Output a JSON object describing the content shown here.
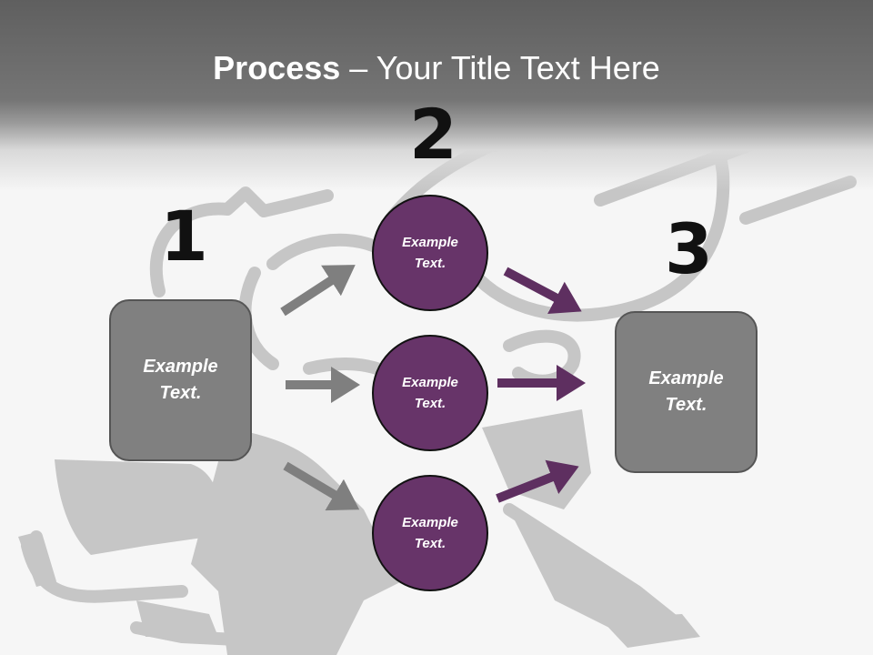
{
  "title": {
    "bold": "Process",
    "rest": " – Your Title Text Here"
  },
  "steps": [
    {
      "number": "1",
      "label": "Example\nText."
    },
    {
      "number": "2",
      "label": ""
    },
    {
      "number": "3",
      "label": "Example\nText."
    }
  ],
  "circles": [
    {
      "label": "Example\nText."
    },
    {
      "label": "Example\nText."
    },
    {
      "label": "Example\nText."
    }
  ],
  "colors": {
    "header": "#6b6b6b",
    "box_fill": "#808080",
    "circle_fill": "#673469",
    "arrow_gray": "#7f7f7f",
    "arrow_purple": "#5e2f60",
    "background_art": "#c6c6c6"
  }
}
